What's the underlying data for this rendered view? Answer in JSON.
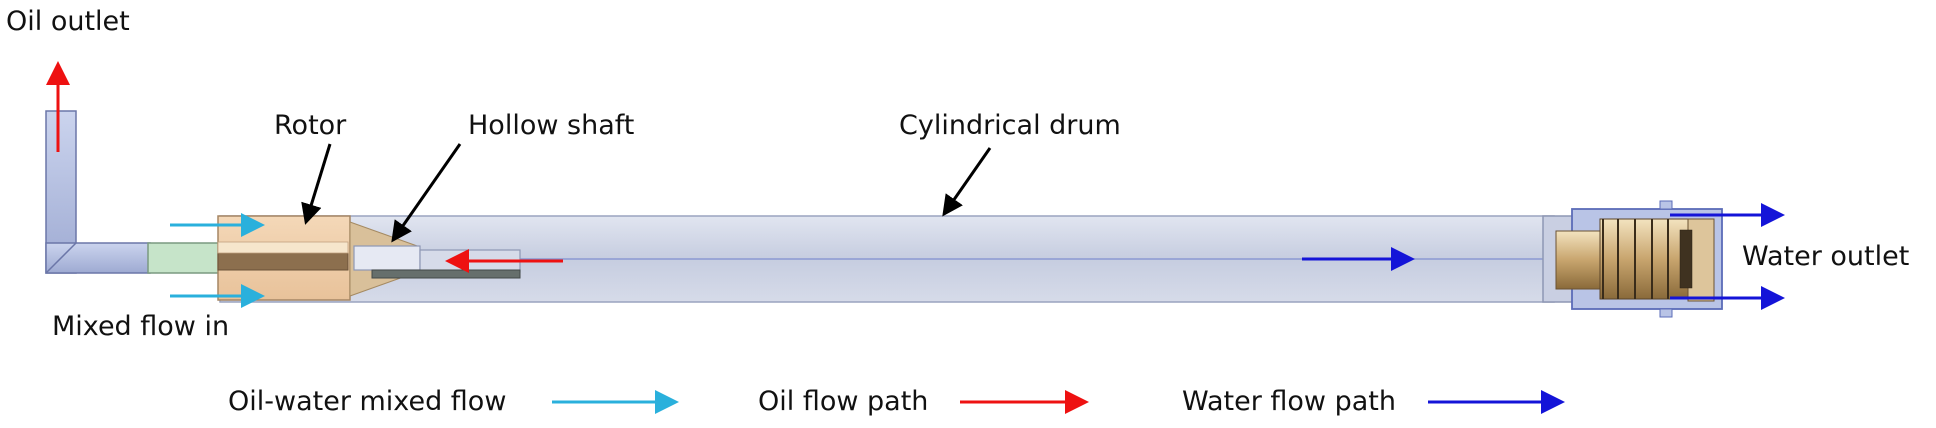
{
  "labels": {
    "oil_outlet": "Oil outlet",
    "rotor": "Rotor",
    "hollow_shaft": "Hollow shaft",
    "cylindrical_drum": "Cylindrical drum",
    "water_outlet": "Water outlet",
    "mixed_flow_in": "Mixed flow in"
  },
  "legend": [
    {
      "label": "Oil-water mixed flow",
      "color": "#2ab0dc",
      "icon": "cyan-arrow-icon"
    },
    {
      "label": "Oil flow path",
      "color": "#ee1111",
      "icon": "red-arrow-icon"
    },
    {
      "label": "Water flow path",
      "color": "#1414d8",
      "icon": "blue-arrow-icon"
    }
  ],
  "colors": {
    "mixed_flow": "#2ab0dc",
    "oil_flow": "#ee1111",
    "water_flow": "#1414d8",
    "drum_fill": "#c9cfe2",
    "rotor_fill": "#efcfad",
    "pipe_fill": "#b3bedf"
  }
}
